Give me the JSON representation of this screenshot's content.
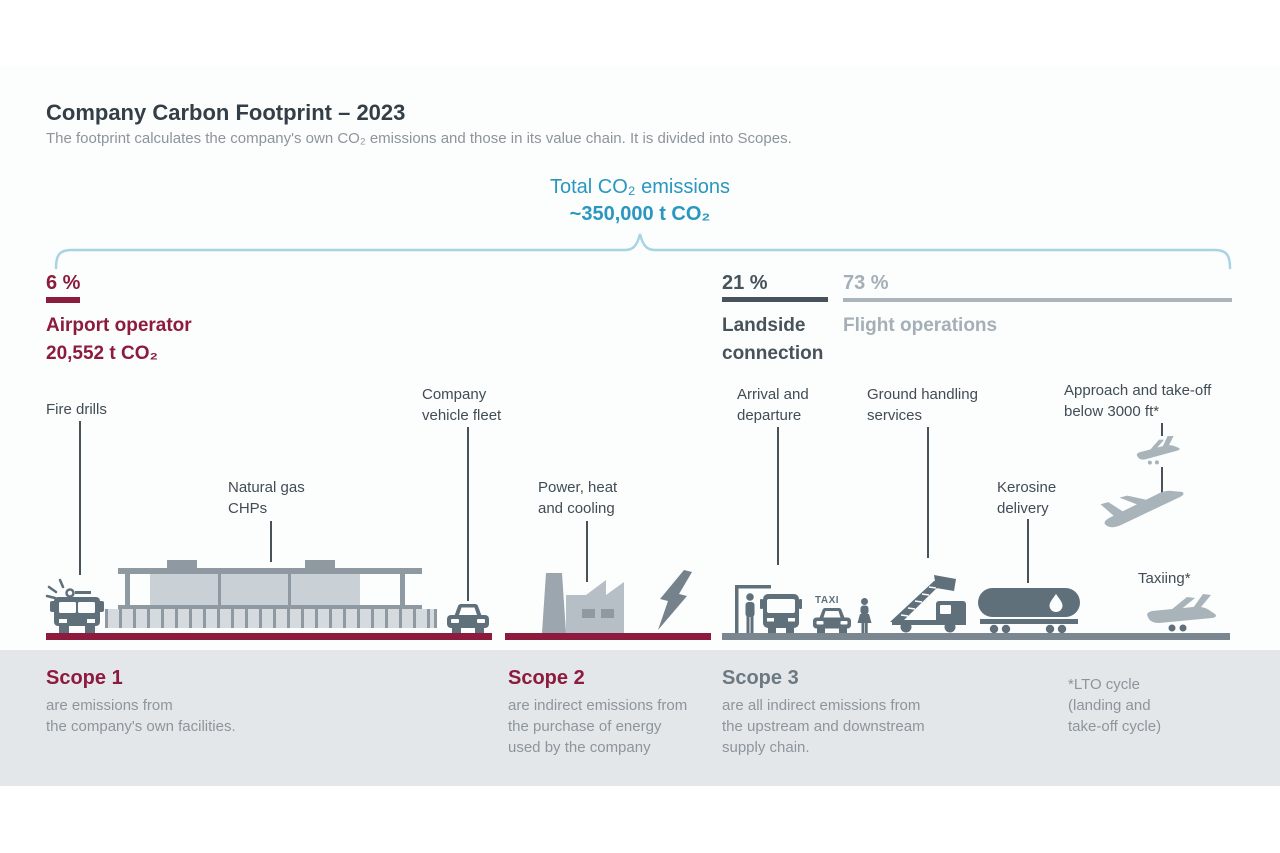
{
  "header": {
    "title": "Company Carbon Footprint – 2023",
    "subtitle": "The footprint calculates the company's own CO₂ emissions and those in its value chain. It is divided into Scopes."
  },
  "total": {
    "title": "Total CO₂ emissions",
    "value": "~350,000 t CO₂"
  },
  "segments": [
    {
      "percent": "6 %",
      "label": "Airport operator",
      "value": "20,552 t CO₂"
    },
    {
      "percent": "21 %",
      "label": "Landside\nconnection"
    },
    {
      "percent": "73 %",
      "label": "Flight operations"
    }
  ],
  "emission_sources": [
    {
      "label": "Fire drills"
    },
    {
      "label": "Natural gas\nCHPs"
    },
    {
      "label": "Company\nvehicle fleet"
    },
    {
      "label": "Power, heat\nand cooling"
    },
    {
      "label": "Arrival and\ndeparture"
    },
    {
      "label": "Ground handling\nservices"
    },
    {
      "label": "Approach and take-off\nbelow 3000 ft*"
    },
    {
      "label": "Kerosine\ndelivery"
    },
    {
      "label": "Taxiing*"
    }
  ],
  "icons": {
    "taxi_sign": "TAXI",
    "names": [
      "fire-truck-icon",
      "terminal-building-icon",
      "car-icon",
      "factory-icon",
      "lightning-icon",
      "bus-stop-icon",
      "bus-icon",
      "taxi-icon",
      "passenger-icon",
      "stairs-truck-icon",
      "fuel-tanker-icon",
      "approach-plane-icon",
      "takeoff-plane-icon",
      "taxiing-plane-icon",
      "brace-icon",
      "fuel-drop-icon"
    ]
  },
  "scopes": [
    {
      "heading": "Scope 1",
      "description": "are emissions from\nthe company's own facilities."
    },
    {
      "heading": "Scope 2",
      "description": "are indirect emissions from\nthe purchase of energy\nused by the company"
    },
    {
      "heading": "Scope 3",
      "description": "are all indirect emissions from\nthe upstream and downstream\nsupply chain."
    }
  ],
  "footnote": "*LTO cycle\n(landing and\ntake-off cycle)",
  "colors": {
    "burgundy": "#8C1B3D",
    "teal": "#2997BF",
    "brace_blue": "#A7D3E3",
    "slate_dark": "#47525B",
    "icon_slate": "#5F707B",
    "icon_light": "#A9B3BA",
    "light_gray": "#A5AFB7",
    "band_gray": "#E4E7EA"
  }
}
